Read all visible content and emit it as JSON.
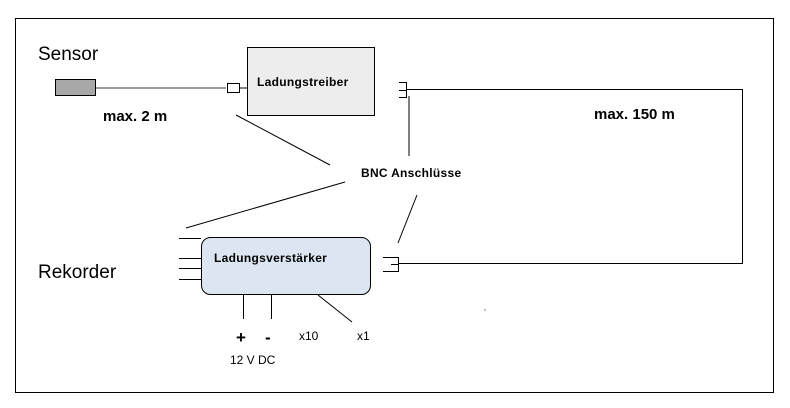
{
  "labels": {
    "sensor": "Sensor",
    "max_2m": "max. 2 m",
    "ladungstreiber": "Ladungstreiber",
    "max_150m": "max. 150 m",
    "bnc": "BNC Anschlüsse",
    "rekorder": "Rekorder",
    "ladungsverstaerker": "Ladungsverstärker",
    "plus": "+",
    "minus": "-",
    "x10": "x10",
    "x1": "x1",
    "dc": "12 V DC"
  },
  "colors": {
    "sensor_fill": "#a8a8a8",
    "treiber_fill": "#ededed",
    "verstaerker_fill": "#dce6f2",
    "verstaerker_text": "#1f2a44",
    "lines": "#000000"
  }
}
